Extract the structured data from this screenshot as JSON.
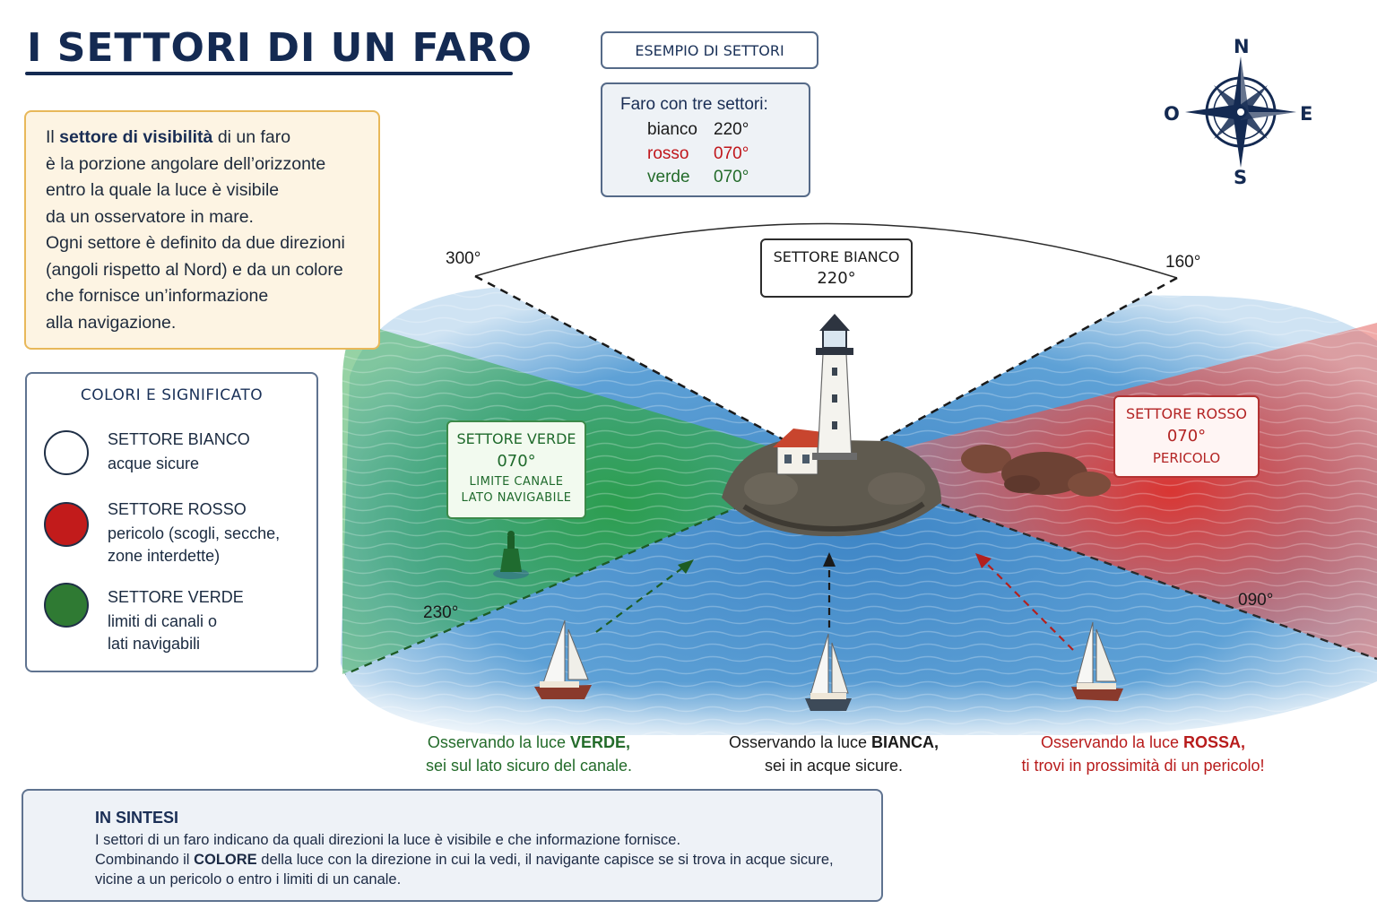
{
  "title": "I SETTORI DI UN FARO",
  "definition": {
    "intro": "Il",
    "term": "settore di visibilità",
    "line1_rest": "di un faro",
    "line2": "è la porzione angolare dell’orizzonte",
    "line3": "entro la quale la luce è visibile",
    "line4": "da un osservatore in mare.",
    "line5": "Ogni settore è definito da due direzioni",
    "line6": "(angoli rispetto al Nord) e da un colore",
    "line7": "che fornisce un’informazione",
    "line8": "alla navigazione."
  },
  "legend": {
    "title": "COLORI E SIGNIFICATO",
    "items": [
      {
        "name": "SETTORE BIANCO",
        "desc1": "acque sicure",
        "desc2": "",
        "color": "#ffffff"
      },
      {
        "name": "SETTORE ROSSO",
        "desc1": "pericolo (scogli, secche,",
        "desc2": "zone interdette)",
        "color": "#c21b1b"
      },
      {
        "name": "SETTORE VERDE",
        "desc1": "limiti di canali o",
        "desc2": "lati navigabili",
        "color": "#2f7a33"
      }
    ]
  },
  "example": {
    "header": "ESEMPIO DI SETTORI",
    "heading": "Faro con tre settori:",
    "rows": [
      {
        "label": "bianco",
        "value": "220°",
        "color": "#1a1a1a"
      },
      {
        "label": "rosso",
        "value": "070°",
        "color": "#c0161b"
      },
      {
        "label": "verde",
        "value": "070°",
        "color": "#236b2a"
      }
    ]
  },
  "compass": {
    "n": "N",
    "s": "S",
    "e": "E",
    "w": "O"
  },
  "diagram": {
    "angles": {
      "a300": "300°",
      "a160": "160°",
      "a230": "230°",
      "a090": "090°"
    },
    "white_sector": {
      "title": "SETTORE BIANCO",
      "value": "220°"
    },
    "red_sector": {
      "title": "SETTORE ROSSO",
      "value": "070°",
      "note": "PERICOLO"
    },
    "green_sector": {
      "title": "SETTORE VERDE",
      "value": "070°",
      "note1": "LIMITE CANALE",
      "note2": "LATO NAVIGABILE"
    }
  },
  "captions": {
    "green": {
      "pre": "Osservando la luce",
      "key": "VERDE,",
      "line2": "sei sul lato sicuro del canale.",
      "color": "#236b2a"
    },
    "white": {
      "pre": "Osservando la luce",
      "key": "BIANCA,",
      "line2": "sei in acque sicure.",
      "color": "#1a1a1a"
    },
    "red": {
      "pre": "Osservando la luce",
      "key": "ROSSA,",
      "line2": "ti trovi in prossimità di un pericolo!",
      "color": "#b81c1c"
    }
  },
  "summary": {
    "title": "IN SINTESI",
    "line1": "I settori di un faro indicano da quali direzioni la luce è visibile e che informazione fornisce.",
    "line2_pre": "Combinando il",
    "line2_key": "COLORE",
    "line2_post": "della luce con la direzione in cui la vedi, il navigante capisce se si trova in acque sicure,",
    "line3": "vicine a un pericolo o entro i limiti di un canale."
  }
}
